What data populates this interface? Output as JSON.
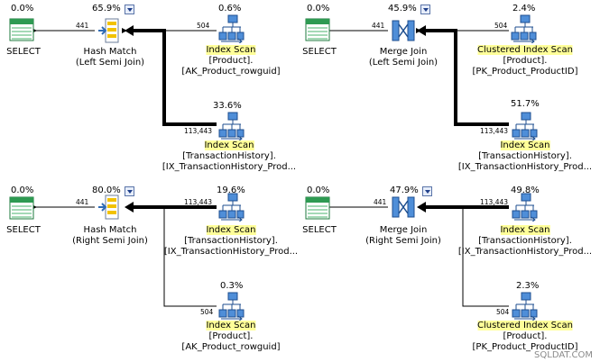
{
  "watermark": "SQLDAT.COM",
  "plans": [
    {
      "select": {
        "pct": "0.0%",
        "label": "SELECT"
      },
      "join": {
        "pct": "65.9%",
        "name": "Hash Match",
        "type": "(Left Semi Join)",
        "rows_in": "441"
      },
      "top": {
        "pct": "0.6%",
        "rows": "504",
        "op": "Index Scan",
        "table": "[Product].",
        "index": "[AK_Product_rowguid]"
      },
      "bottom": {
        "pct": "33.6%",
        "rows": "113,443",
        "op": "Index Scan",
        "table": "[TransactionHistory].",
        "index": "[IX_TransactionHistory_Prod..."
      }
    },
    {
      "select": {
        "pct": "0.0%",
        "label": "SELECT"
      },
      "join": {
        "pct": "45.9%",
        "name": "Merge Join",
        "type": "(Left Semi Join)",
        "rows_in": "441"
      },
      "top": {
        "pct": "2.4%",
        "rows": "504",
        "op": "Clustered Index Scan",
        "table": "[Product].",
        "index": "[PK_Product_ProductID]"
      },
      "bottom": {
        "pct": "51.7%",
        "rows": "113,443",
        "op": "Index Scan",
        "table": "[TransactionHistory].",
        "index": "[IX_TransactionHistory_Prod..."
      }
    },
    {
      "select": {
        "pct": "0.0%",
        "label": "SELECT"
      },
      "join": {
        "pct": "80.0%",
        "name": "Hash Match",
        "type": "(Right Semi Join)",
        "rows_in": "441"
      },
      "top": {
        "pct": "19.6%",
        "rows": "113,443",
        "op": "Index Scan",
        "table": "[TransactionHistory].",
        "index": "[IX_TransactionHistory_Prod..."
      },
      "bottom": {
        "pct": "0.3%",
        "rows": "504",
        "op": "Index Scan",
        "table": "[Product].",
        "index": "[AK_Product_rowguid]"
      }
    },
    {
      "select": {
        "pct": "0.0%",
        "label": "SELECT"
      },
      "join": {
        "pct": "47.9%",
        "name": "Merge Join",
        "type": "(Right Semi Join)",
        "rows_in": "441"
      },
      "top": {
        "pct": "49.8%",
        "rows": "113,443",
        "op": "Index Scan",
        "table": "[TransactionHistory].",
        "index": "[IX_TransactionHistory_Prod..."
      },
      "bottom": {
        "pct": "2.3%",
        "rows": "504",
        "op": "Clustered Index Scan",
        "table": "[Product].",
        "index": "[PK_Product_ProductID]"
      }
    }
  ]
}
